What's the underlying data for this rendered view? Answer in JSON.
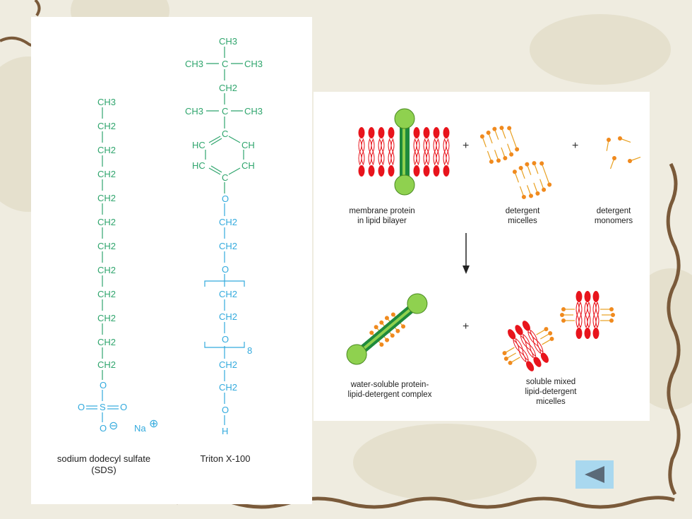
{
  "sds": {
    "atoms": [
      "CH3",
      "CH2",
      "CH2",
      "CH2",
      "CH2",
      "CH2",
      "CH2",
      "CH2",
      "CH2",
      "CH2",
      "CH2",
      "CH2",
      "O",
      "S",
      "O",
      "O"
    ],
    "ion_sign": "⊖",
    "counter_ion": "Na",
    "counter_ion_sign": "⊕",
    "caption_line1": "sodium dodecyl sulfate",
    "caption_line2": "(SDS)"
  },
  "triton": {
    "top_ch3": "CH3",
    "left_ch3_a": "CH3",
    "c_a": "C",
    "right_ch3_a": "CH3",
    "ch2_a": "CH2",
    "left_ch3_b": "CH3",
    "c_b": "C",
    "right_ch3_b": "CH3",
    "ring_c_top": "C",
    "ring_hc_a": "HC",
    "ring_ch_a": "CH",
    "ring_hc_b": "HC",
    "ring_ch_b": "CH",
    "ring_c_bottom": "C",
    "o1": "O",
    "ch2_b": "CH2",
    "ch2_c": "CH2",
    "o2": "O",
    "ch2_d": "CH2",
    "ch2_e": "CH2",
    "o3": "O",
    "repeat_n": "8",
    "ch2_f": "CH2",
    "ch2_g": "CH2",
    "o4": "O",
    "h": "H",
    "caption": "Triton X-100"
  },
  "scheme": {
    "label_membrane_line1": "membrane protein",
    "label_membrane_line2": "in lipid bilayer",
    "label_micelles_line1": "detergent",
    "label_micelles_line2": "micelles",
    "label_monomers_line1": "detergent",
    "label_monomers_line2": "monomers",
    "label_complex_line1": "water-soluble protein-",
    "label_complex_line2": "lipid-detergent complex",
    "label_mixed_line1": "soluble mixed",
    "label_mixed_line2": "lipid-detergent",
    "label_mixed_line3": "micelles",
    "plus": "+"
  },
  "colors": {
    "lipid_head": "#e8141c",
    "detergent_head": "#f08a1e",
    "protein_green": "#8fd14f",
    "protein_dark": "#1e8a3c",
    "text_blue": "#33aadd",
    "text_green": "#2fa56d",
    "back_button": "#a9d8ef"
  },
  "nav": {
    "back_icon": "triangle-left-icon"
  }
}
